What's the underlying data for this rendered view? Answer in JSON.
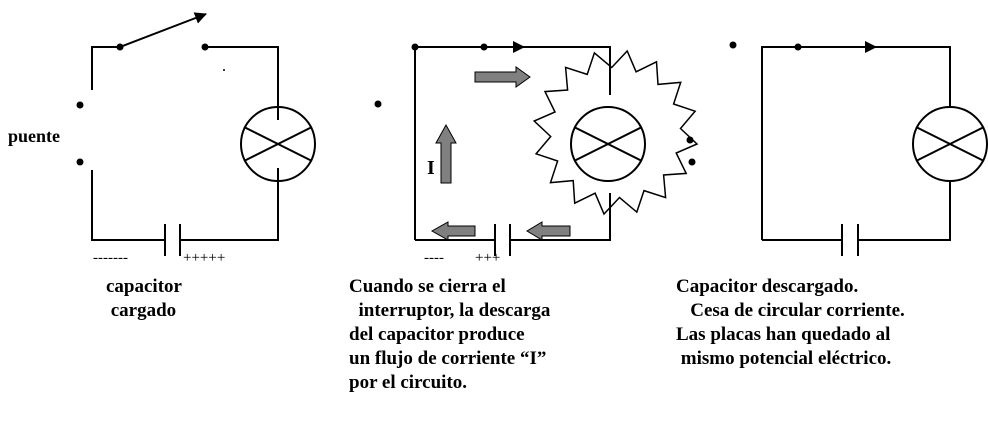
{
  "labels": {
    "puente": "puente",
    "current_i": "I",
    "caption_1": "capacitor\n cargado",
    "caption_2": "Cuando se cierra el\n  interruptor, la descarga\ndel capacitor produce\nun flujo de corriente “I”\npor el circuito.",
    "caption_3": "Capacitor descargado.\n   Cesa de circular corriente.\nLas placas han quedado al\n mismo potencial eléctrico."
  },
  "charges": {
    "c1_negative": "-------",
    "c1_positive": "+++++",
    "c2_negative": "----",
    "c2_positive": "+++"
  },
  "colors": {
    "line": "#000000",
    "current_arrow_fill": "#808080"
  }
}
